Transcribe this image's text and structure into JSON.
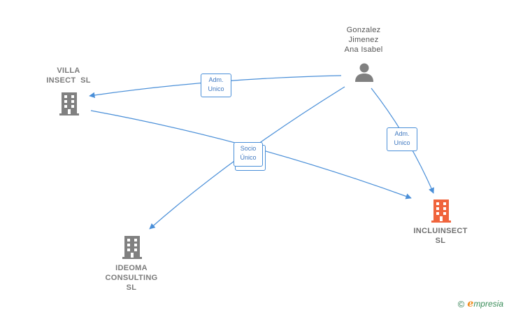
{
  "colors": {
    "edge": "#4a8fd8",
    "building_gray": "#808080",
    "building_focus": "#f0643c",
    "person": "#808080"
  },
  "nodes": {
    "person": {
      "name_lines": [
        "Gonzalez",
        "Jimenez",
        "Ana Isabel"
      ],
      "icon": "person-icon"
    },
    "villa": {
      "name_lines": [
        "VILLA",
        "INSECT  SL"
      ],
      "icon": "building-icon"
    },
    "incluinsect": {
      "name_lines": [
        "INCLUINSECT",
        "SL"
      ],
      "icon": "building-icon"
    },
    "ideoma": {
      "name_lines": [
        "IDEOMA",
        "CONSULTING",
        "SL"
      ],
      "icon": "building-icon"
    }
  },
  "edges": {
    "person_villa": {
      "lines": [
        "Adm.",
        "Unico"
      ]
    },
    "person_incluinsect": {
      "lines": [
        "Adm.",
        "Unico"
      ]
    },
    "socio": {
      "lines": [
        "Socio",
        "Único"
      ]
    }
  },
  "brand": {
    "copyright": "©",
    "initial": "e",
    "name": "mpresia"
  }
}
